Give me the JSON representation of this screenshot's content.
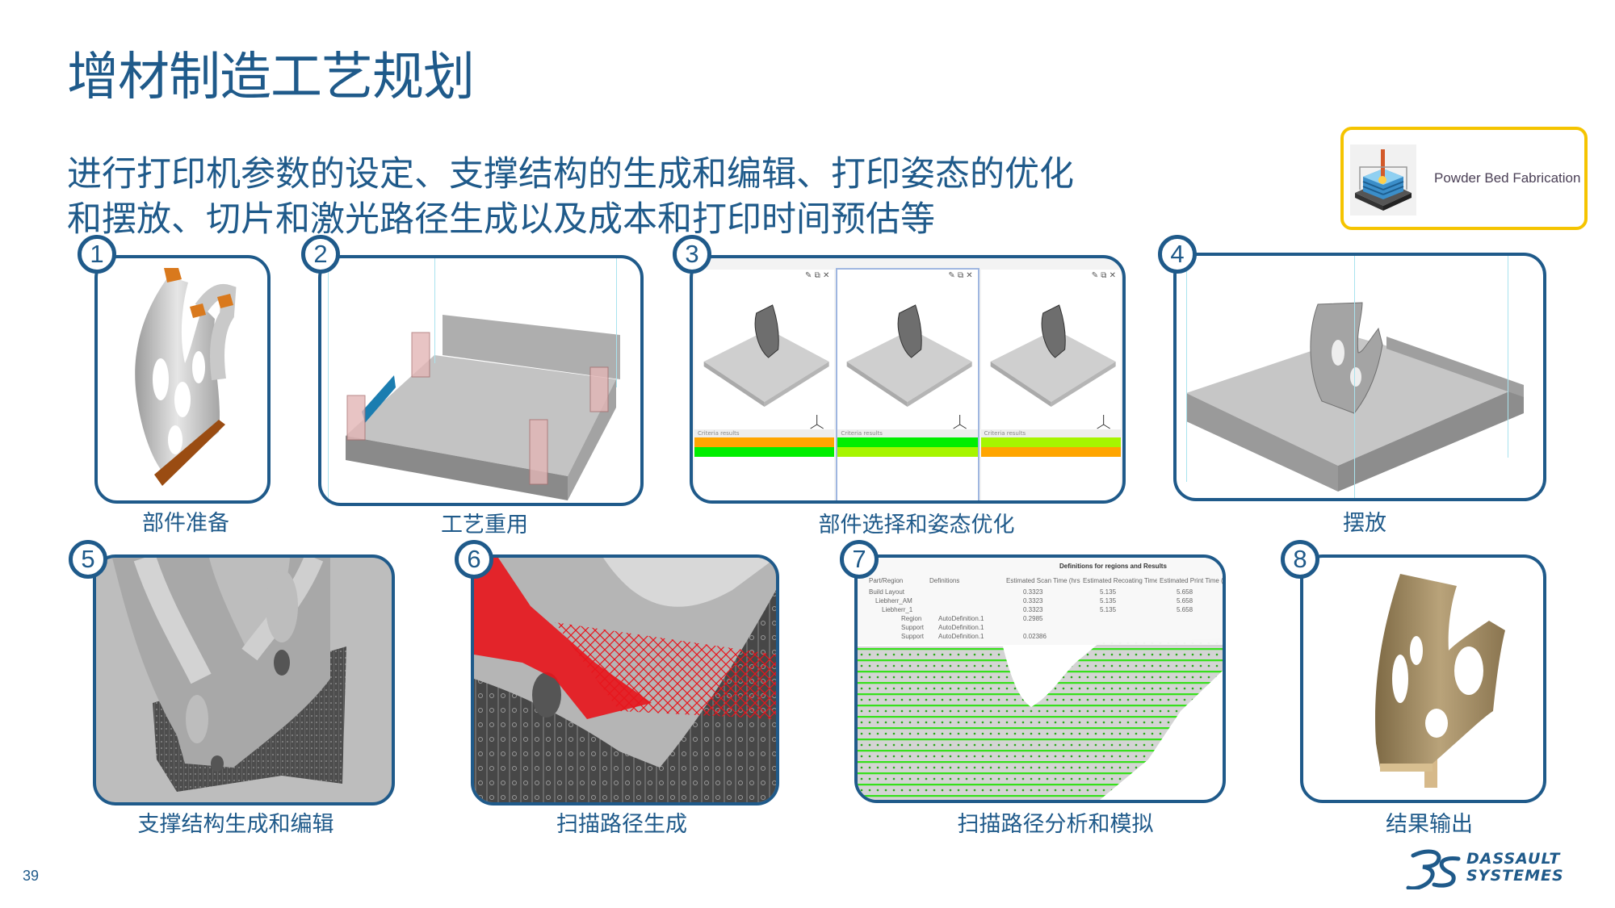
{
  "page": {
    "title": "增材制造工艺规划",
    "subtitle_lines": [
      "进行打印机参数的设定、支撑结构的生成和编辑、打印姿态的优化",
      "和摆放、切片和激光路径生成以及成本和打印时间预估等"
    ],
    "page_number": "39"
  },
  "app_badge": {
    "label": "Powder Bed Fabrication",
    "icon": "powder-bed-fabrication-icon",
    "border_color": "#f5c400"
  },
  "theme": {
    "primary": "#1f5a8a",
    "accent_orange": "#ffa500",
    "accent_green": "#00ee00",
    "accent_lime": "#a6f500",
    "scan_red": "#e8141b",
    "output_bronze": "#a8926a"
  },
  "steps": [
    {
      "number": "1",
      "caption": "部件准备",
      "image": "bracket-part-with-orange-interfaces"
    },
    {
      "number": "2",
      "caption": "工艺重用",
      "image": "build-plate-with-support-pins"
    },
    {
      "number": "3",
      "caption": "部件选择和姿态优化",
      "image": "three-orientation-comparison-views"
    },
    {
      "number": "4",
      "caption": "摆放",
      "image": "part-placed-on-build-plate"
    },
    {
      "number": "5",
      "caption": "支撑结构生成和编辑",
      "image": "support-structure-closeup"
    },
    {
      "number": "6",
      "caption": "扫描路径生成",
      "image": "red-scan-path-closeup"
    },
    {
      "number": "7",
      "caption": "扫描路径分析和模拟",
      "image": "scan-path-simulation-layers"
    },
    {
      "number": "8",
      "caption": "结果输出",
      "image": "printed-bronze-part"
    }
  ],
  "step3_views": [
    {
      "criteria_label": "Criteria results",
      "bars": [
        "#ffa500",
        "#00ee00"
      ]
    },
    {
      "criteria_label": "Criteria results",
      "bars": [
        "#00ee00",
        "#a6f500"
      ]
    },
    {
      "criteria_label": "Criteria results",
      "bars": [
        "#a6f500",
        "#ffa500"
      ]
    }
  ],
  "step7_table": {
    "title": "Definitions for regions and Results",
    "columns": [
      "Part/Region",
      "Definitions",
      "Estimated Scan Time (hrs)",
      "Estimated Recoating Time (hrs)",
      "Estimated Print Time (hrs)"
    ],
    "rows": [
      {
        "name": "Build Layout",
        "definition": "",
        "scan": "0.3323",
        "recoat": "5.135",
        "print": "5.658"
      },
      {
        "name": "Liebherr_AM",
        "definition": "",
        "scan": "0.3323",
        "recoat": "5.135",
        "print": "5.658"
      },
      {
        "name": "Liebherr_1",
        "definition": "",
        "scan": "0.3323",
        "recoat": "5.135",
        "print": "5.658"
      },
      {
        "name": "Region",
        "definition": "AutoDefinition.1",
        "scan": "0.2985",
        "recoat": "",
        "print": ""
      },
      {
        "name": "Support",
        "definition": "AutoDefinition.1",
        "scan": "",
        "recoat": "",
        "print": ""
      },
      {
        "name": "Support",
        "definition": "AutoDefinition.1",
        "scan": "0.02386",
        "recoat": "",
        "print": ""
      }
    ]
  },
  "brand": {
    "line1": "DASSAULT",
    "line2": "SYSTEMES",
    "mark": "3DS"
  }
}
